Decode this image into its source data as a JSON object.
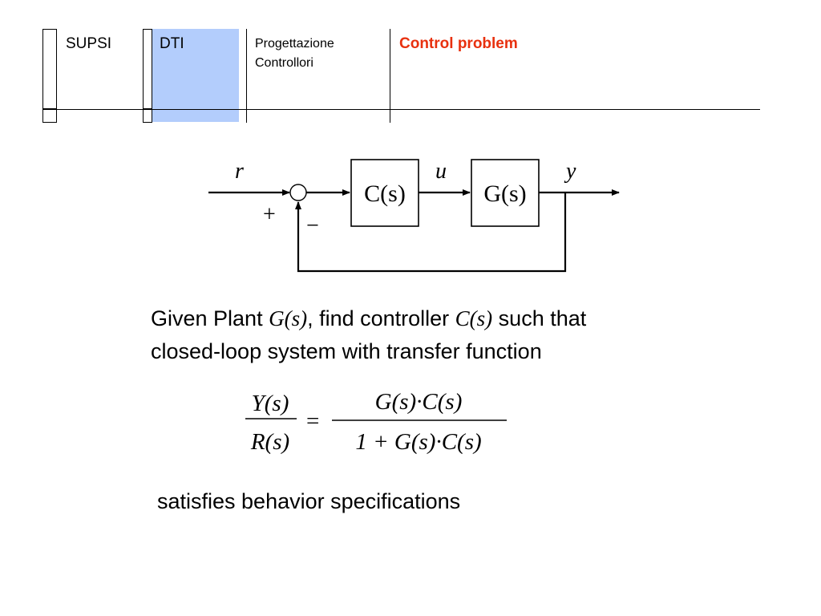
{
  "header": {
    "org": "SUPSI",
    "dept": "DTI",
    "course_line1": "Progettazione",
    "course_line2": "Controllori",
    "slide_title": "Control problem",
    "colors": {
      "title": "#e8300e",
      "dept_highlight": "#b3cdfc"
    }
  },
  "diagram": {
    "signal_r": "r",
    "signal_u": "u",
    "signal_y": "y",
    "plus_sign": "+",
    "minus_sign": "−",
    "controller_block": "C(s)",
    "plant_block": "G(s)"
  },
  "text": {
    "given_prefix": "Given Plant ",
    "plant_sym": "G(s)",
    "given_mid": ", find controller ",
    "controller_sym": "C(s)",
    "given_suffix": " such that",
    "line2": "closed-loop system with transfer function",
    "line3": "satisfies behavior specifications"
  },
  "formula": {
    "lhs_num": "Y(s)",
    "lhs_den": "R(s)",
    "equals": "=",
    "rhs_num": "G(s)·C(s)",
    "rhs_den": "1 + G(s)·C(s)"
  }
}
